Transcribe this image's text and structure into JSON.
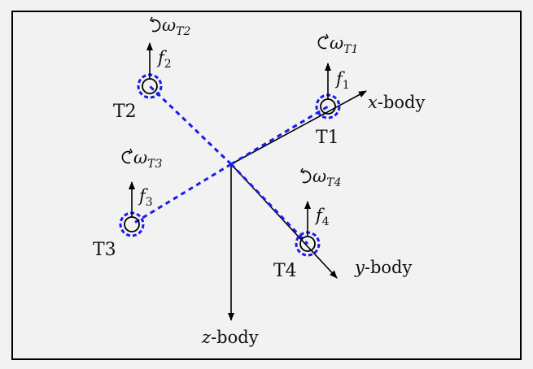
{
  "colors": {
    "frame": "#000000",
    "background": "#f2f2f2",
    "text": "#111111",
    "arm": "#1a1aee",
    "axis": "#000000"
  },
  "axes": {
    "x": {
      "letter": "x",
      "suffix": "-body"
    },
    "y": {
      "letter": "y",
      "suffix": "-body"
    },
    "z": {
      "letter": "z",
      "suffix": "-body"
    }
  },
  "thrusters": [
    {
      "id": "T1",
      "force_letter": "f",
      "force_sub": "1",
      "omega_letter": "ω",
      "omega_sub": "T1",
      "spin": "counterclockwise"
    },
    {
      "id": "T2",
      "force_letter": "f",
      "force_sub": "2",
      "omega_letter": "ω",
      "omega_sub": "T2",
      "spin": "clockwise"
    },
    {
      "id": "T3",
      "force_letter": "f",
      "force_sub": "3",
      "omega_letter": "ω",
      "omega_sub": "T3",
      "spin": "counterclockwise"
    },
    {
      "id": "T4",
      "force_letter": "f",
      "force_sub": "4",
      "omega_letter": "ω",
      "omega_sub": "T4",
      "spin": "clockwise"
    }
  ]
}
